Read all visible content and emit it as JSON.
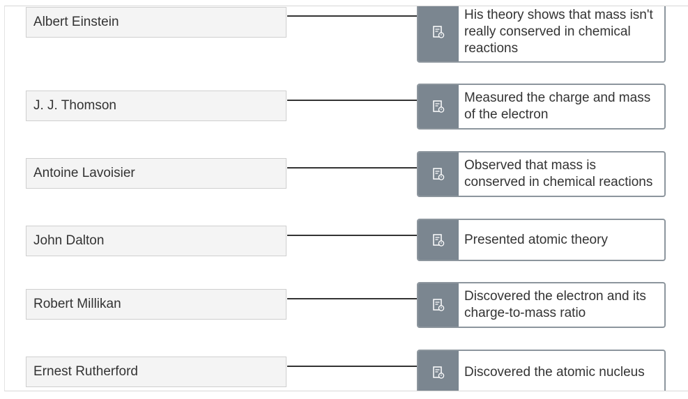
{
  "pairs": [
    {
      "term": "Albert Einstein",
      "answer": "His theory shows that mass isn't really conserved in chemical reactions"
    },
    {
      "term": "J. J. Thomson",
      "answer": "Measured the charge and mass of the electron"
    },
    {
      "term": "Antoine Lavoisier",
      "answer": "Observed that mass is conserved in chemical reactions"
    },
    {
      "term": "John Dalton",
      "answer": "Presented atomic theory"
    },
    {
      "term": "Robert Millikan",
      "answer": "Discovered the electron and its charge-to-mass ratio"
    },
    {
      "term": "Ernest Rutherford",
      "answer": "Discovered the atomic nucleus"
    }
  ],
  "icon": "drag-handle-icon",
  "colors": {
    "handle": "#7b8690",
    "card_border": "#8c959d",
    "term_bg": "#f4f4f4",
    "connector": "#333333"
  }
}
